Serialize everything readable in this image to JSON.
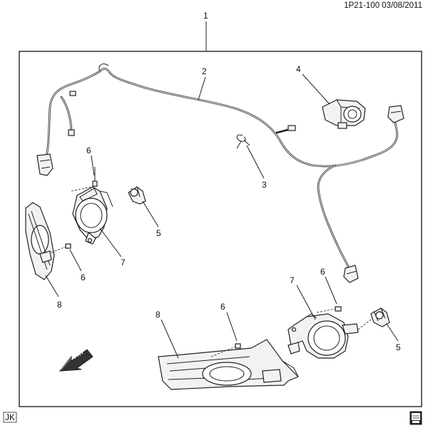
{
  "header": {
    "ref": "1P21-100  03/08/2011"
  },
  "footer": {
    "code": "JK",
    "icon": "manual-book-icon"
  },
  "direction_arrow": {
    "text": "FRT",
    "icon": "front-arrow-icon"
  },
  "callouts": [
    {
      "id": "c1",
      "text": "1"
    },
    {
      "id": "c2",
      "text": "2"
    },
    {
      "id": "c3",
      "text": "3"
    },
    {
      "id": "c4",
      "text": "4"
    },
    {
      "id": "c5a",
      "text": "5"
    },
    {
      "id": "c5b",
      "text": "5"
    },
    {
      "id": "c6a",
      "text": "6"
    },
    {
      "id": "c6b",
      "text": "6"
    },
    {
      "id": "c6c",
      "text": "6"
    },
    {
      "id": "c6d",
      "text": "6"
    },
    {
      "id": "c7a",
      "text": "7"
    },
    {
      "id": "c7b",
      "text": "7"
    },
    {
      "id": "c8a",
      "text": "8"
    },
    {
      "id": "c8b",
      "text": "8"
    }
  ]
}
